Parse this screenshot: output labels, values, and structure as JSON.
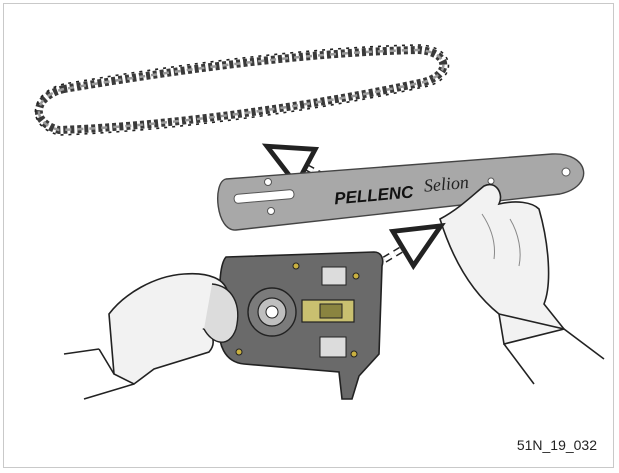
{
  "figure": {
    "reference_code": "51N_19_032",
    "bar_brand": "PELLENC",
    "bar_model": "Selion"
  },
  "colors": {
    "bar_fill": "#a8a8a8",
    "chain_dark": "#3a3a3a",
    "chain_light": "#9a9a9a",
    "housing_fill": "#6a6a6a",
    "tensioner_fill": "#c9c070",
    "glove_fill": "#f2f2f2",
    "outline": "#222222"
  },
  "icons": {
    "chain": "saw-chain-icon",
    "bar": "guide-bar-icon",
    "housing": "chainsaw-head-icon",
    "arrows": "removal-arrow-icon"
  }
}
